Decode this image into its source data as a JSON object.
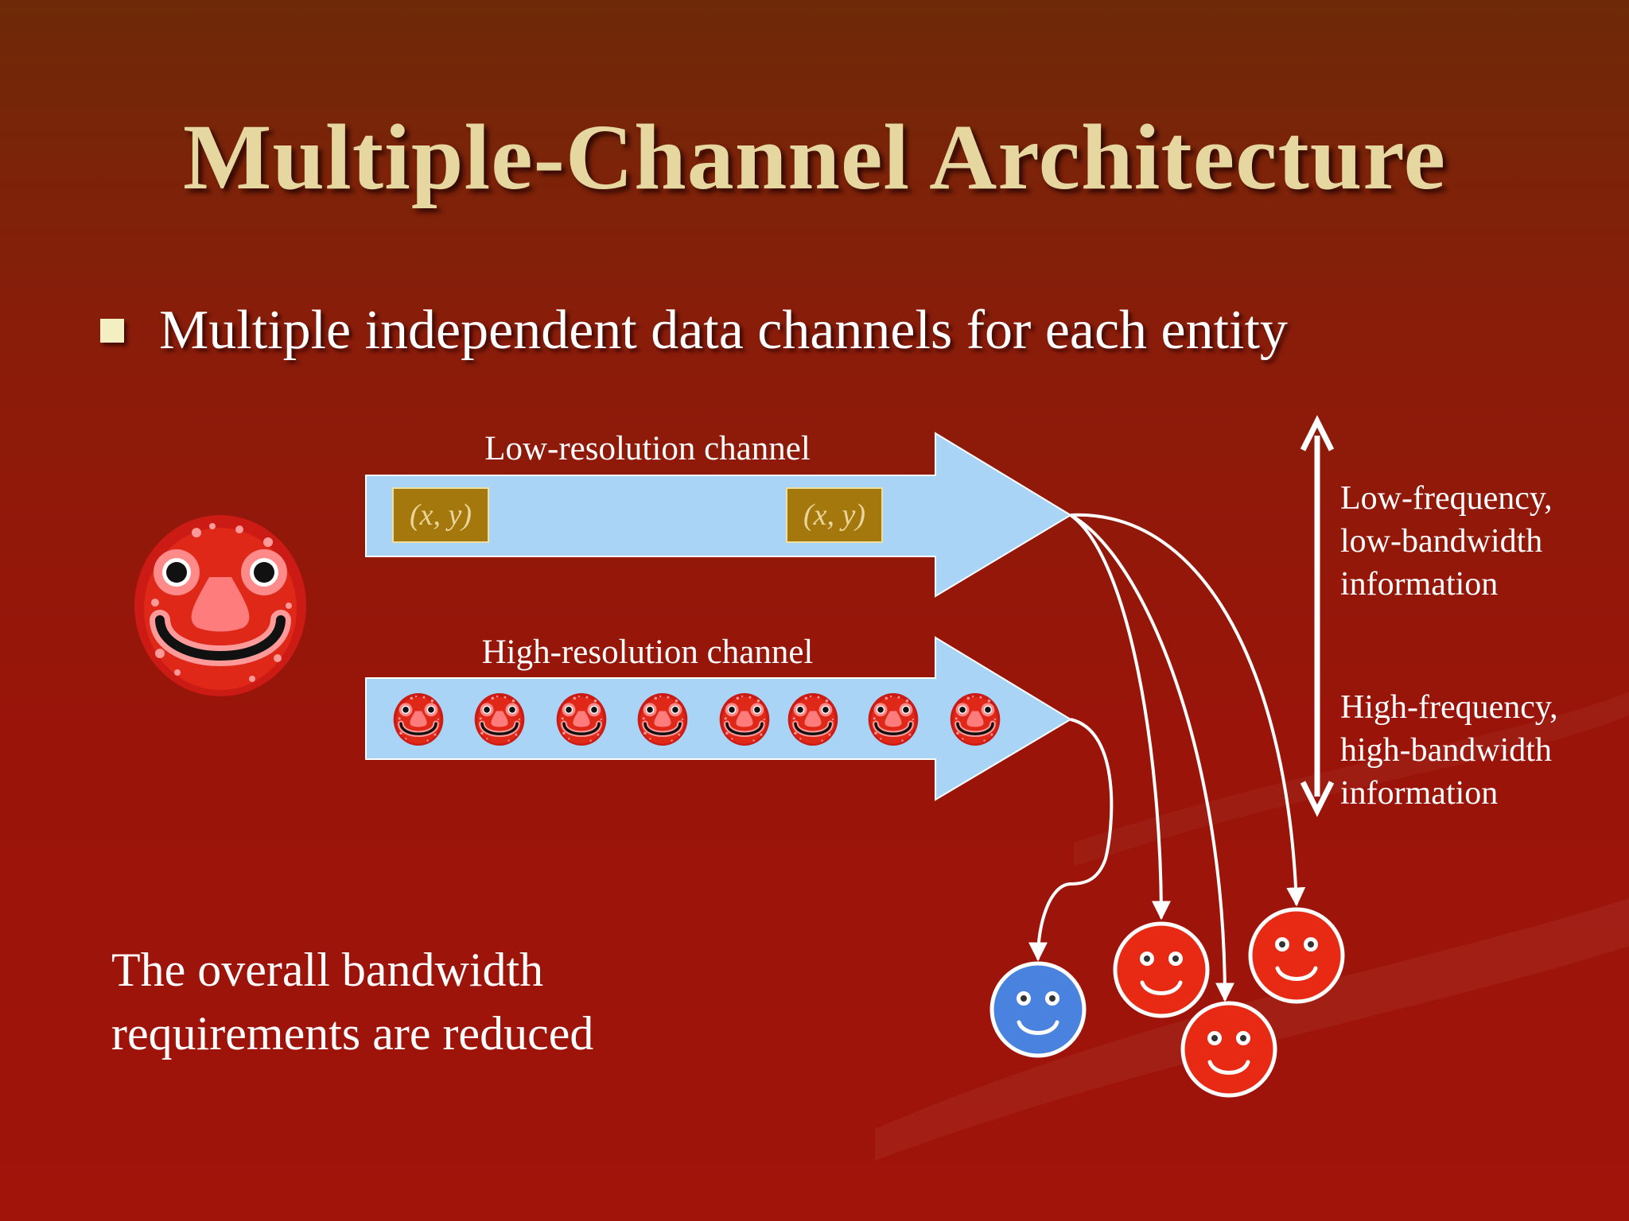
{
  "slide": {
    "title": "Multiple-Channel Architecture",
    "bullet": "Multiple independent data channels for each entity",
    "summary_line1": "The overall bandwidth",
    "summary_line2": "requirements are reduced"
  },
  "channels": {
    "low": {
      "label": "Low-resolution channel",
      "packet_label": "(x, y)"
    },
    "high": {
      "label": "High-resolution channel"
    }
  },
  "scale": {
    "top_line1": "Low-frequency,",
    "top_line2": "low-bandwidth",
    "top_line3": "information",
    "bottom_line1": "High-frequency,",
    "bottom_line2": "high-bandwidth",
    "bottom_line3": "information"
  },
  "colors": {
    "arrow_fill": "#aad4f6",
    "packet_fill": "#a5780d",
    "receiver_red": "#e82a14",
    "receiver_blue": "#4a82e0",
    "title": "#e6d7a0"
  },
  "icons": {
    "source_entity": "clown-face-icon",
    "receiver": "smiley-face-icon"
  }
}
